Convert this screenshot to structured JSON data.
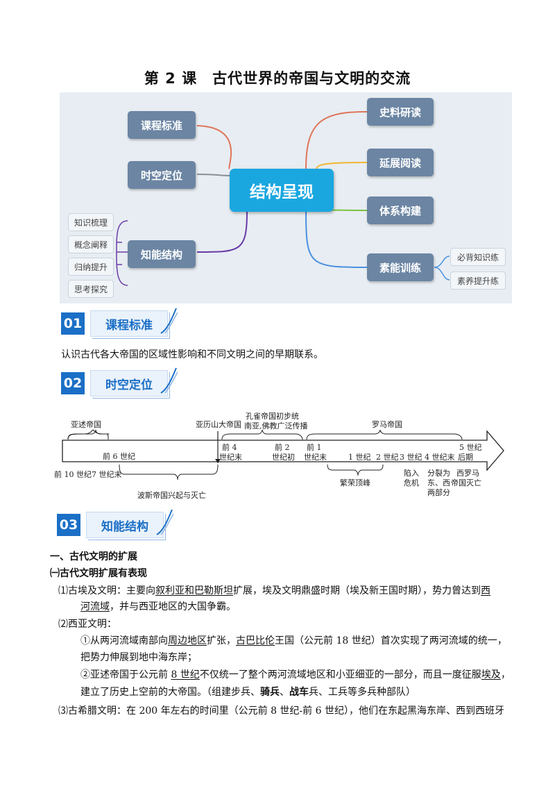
{
  "title": "第 2 课　古代世界的帝国与文明的交流",
  "mindmap": {
    "center": "结构呈现",
    "left": [
      "课程标准",
      "时空定位",
      "知能结构"
    ],
    "left_leaves": [
      "知识梳理",
      "概念阐释",
      "归纳提升",
      "思考探究"
    ],
    "right": [
      "史料研读",
      "延展阅读",
      "体系构建",
      "素能训练"
    ],
    "right_leaves": [
      "必背知识练",
      "素养提升练"
    ],
    "colors": {
      "center": "#1aa7e0",
      "box": "#6b85a3",
      "background": "#e7edf2"
    }
  },
  "sections": [
    {
      "num": "01",
      "label": "课程标准"
    },
    {
      "num": "02",
      "label": "时空定位"
    },
    {
      "num": "03",
      "label": "知能结构"
    }
  ],
  "standard_text": "认识古代各大帝国的区域性影响和不同文明之间的早期联系。",
  "timeline": {
    "top_labels": {
      "assyria": "亚述帝国",
      "alexander": "亚历山大帝国",
      "kongque_1": "孔雀帝国初步统",
      "kongque_2": "南亚,佛教广泛传播",
      "rome": "罗马帝国"
    },
    "ticks": {
      "c4bce_1": "前 4",
      "c4bce_2": "世纪末",
      "c2bce_1": "前 2",
      "c2bce_2": "世纪初",
      "c1bce_1": "前 1",
      "c1bce_2": "世纪末",
      "c5_1": "5 世纪",
      "c5_2": "后期",
      "c6bce": "前 6 世纪",
      "c1": "1 世纪",
      "c2": "2 世纪",
      "c3": "3 世纪",
      "c4": "4 世纪末"
    },
    "bottom_labels": {
      "c10bce": "前 10 世纪",
      "c7bce": "7 世纪末",
      "persia": "波斯帝国兴起与灭亡",
      "prosperity": "繁荣顶峰",
      "crisis_1": "陷入",
      "crisis_2": "危机",
      "split_1": "分裂为",
      "split_2": "东、西",
      "split_3": "两部分",
      "fall_1": "西罗马",
      "fall_2": "帝国灭亡"
    }
  },
  "knowledge": {
    "heading1": "一、古代文明的扩展",
    "heading2": "㈠古代文明扩展有表现",
    "egypt": {
      "t1": "⑴古埃及文明：主要向",
      "u1": "叙利亚和巴勒斯坦",
      "t2": "扩展，埃及文明鼎盛时期（埃及新王国时期），势力曾达到",
      "u2a": "西",
      "u2b": "河流域",
      "t3": "，并与西亚地区的大国争霸。"
    },
    "west_asia": {
      "head": "⑵西亚文明：",
      "i1a": "①从两河流域南部向",
      "i1u1": "周边地区",
      "i1b": "扩张，",
      "i1u2": "古巴比伦",
      "i1c": "王国（公元前 18 世纪）首次实现了两河流域的统一，",
      "i1d": "把势力伸展到地中海东岸；",
      "i2a": "②亚述帝国于公元前 ",
      "i2u1": "8 世纪",
      "i2b": "不仅统一了整个两河流域地区和小亚细亚的一部分，而且一度征服",
      "i2u2": "埃及",
      "i2c": "，",
      "i3a": "建立了历史上空前的大帝国。（组建步兵、",
      "i3b1": "骑兵",
      "i3c": "、",
      "i3b2": "战车",
      "i3d": "兵、工兵等多兵种部队）"
    },
    "greece": "⑶古希腊文明：在 200 年左右的时间里（公元前 8 世纪-前 6 世纪），他们在东起黑海东岸、西到西班牙"
  }
}
